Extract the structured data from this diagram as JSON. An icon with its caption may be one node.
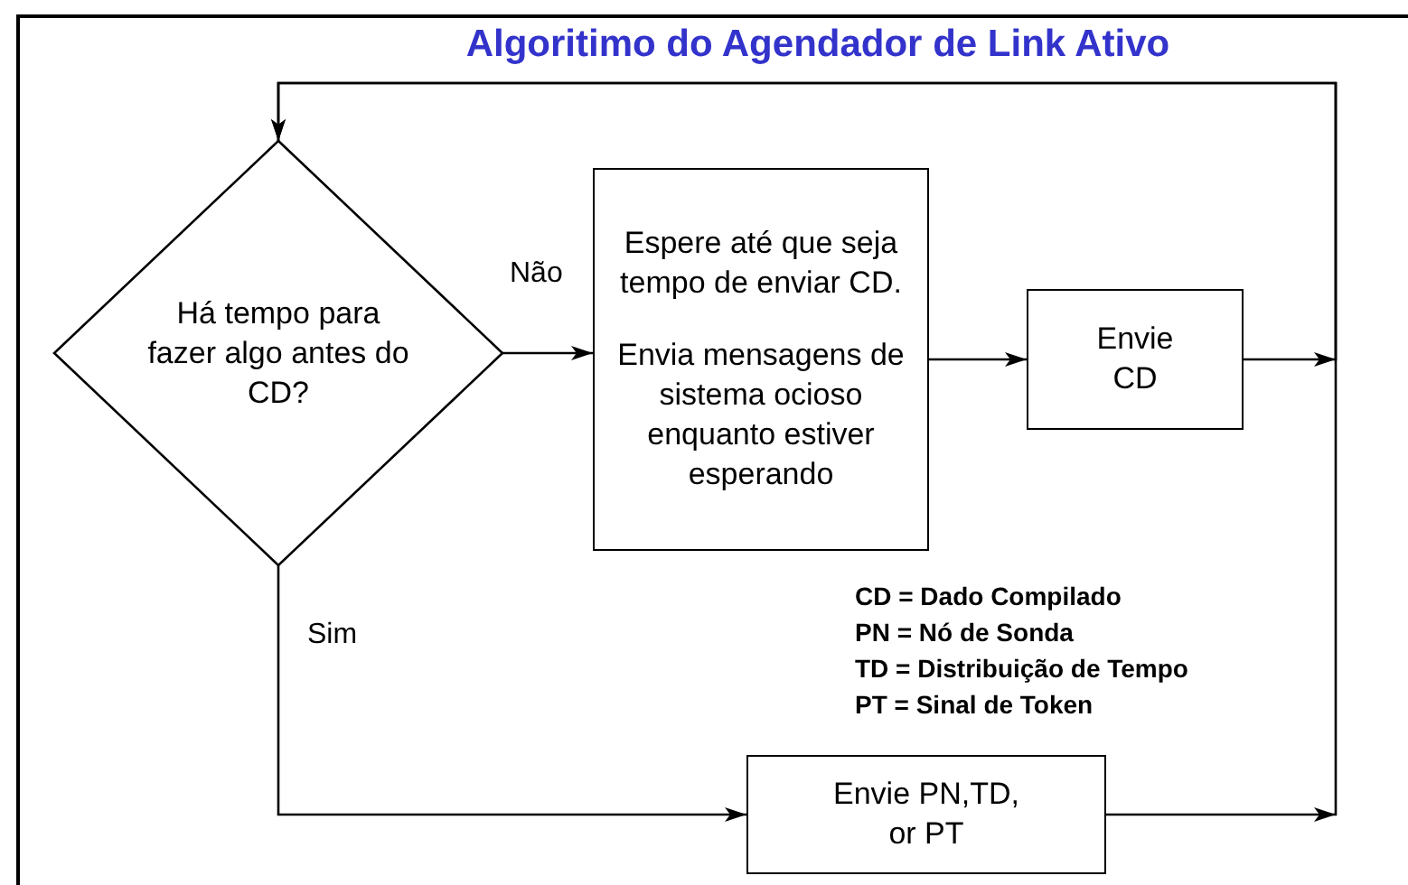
{
  "diagram": {
    "title": "Algoritimo do Agendador de Link Ativo",
    "nodes": [
      {
        "text": [
          "Há tempo para fazer algo antes do CD?"
        ]
      },
      {
        "text": [
          "Espere até que seja tempo de enviar CD.",
          "Envia mensagens de sistema ocioso enquanto estiver esperando"
        ]
      },
      {
        "text": [
          "Envie CD"
        ]
      },
      {
        "text": [
          "Envie PN,TD, or PT"
        ]
      }
    ],
    "edges": [
      {
        "from": 0,
        "to": 1,
        "arrow": "to",
        "label": "Não"
      },
      {
        "from": 1,
        "to": 2,
        "arrow": "to"
      },
      {
        "from": 2,
        "to": 0,
        "arrow": "to"
      },
      {
        "from": 0,
        "to": 3,
        "arrow": "to",
        "label": "Sim"
      },
      {
        "from": 3,
        "to": 0,
        "arrow": "to"
      }
    ],
    "labels": [
      "CD = Dado Compilado",
      "PN = Nó de Sonda",
      "TD = Distribuição de Tempo",
      "PT = Sinal de Token"
    ]
  }
}
